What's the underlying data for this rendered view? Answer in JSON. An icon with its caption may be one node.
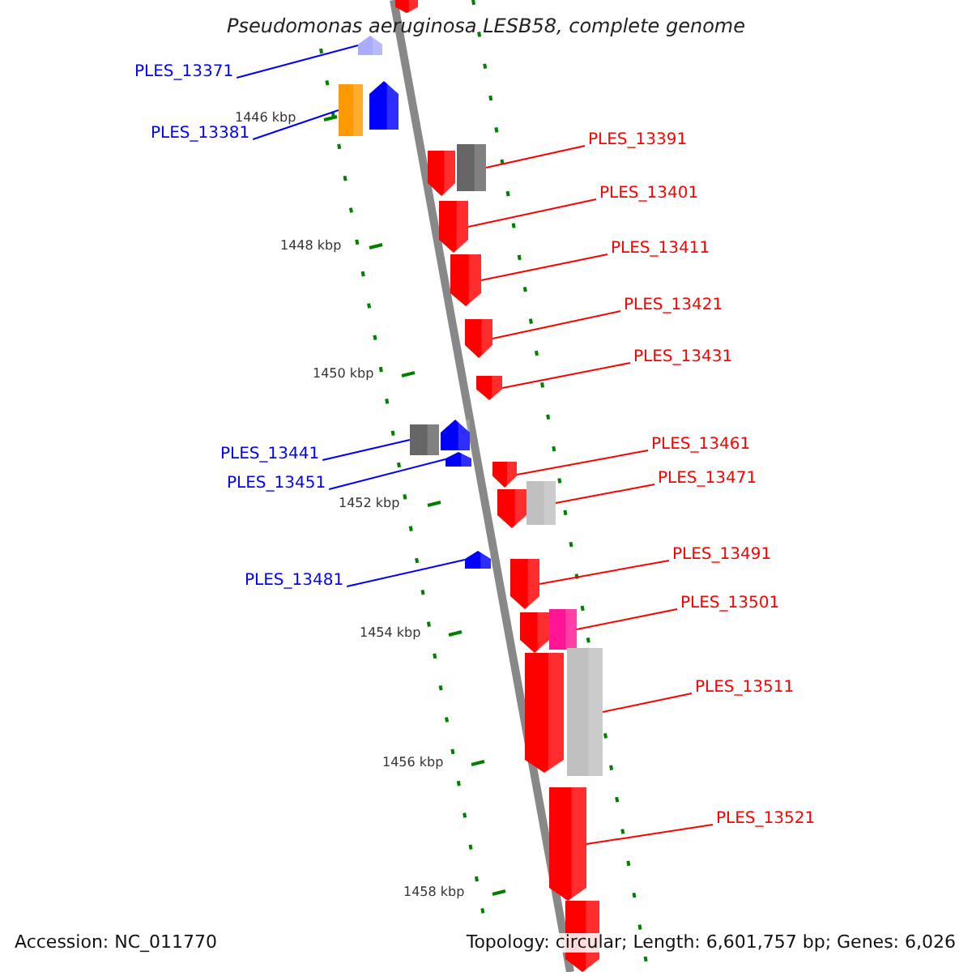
{
  "diagram": {
    "title": "Pseudomonas aeruginosa LESB58, complete genome",
    "nodes": [
      {
        "text": [],
        "shape": "arrow"
      },
      {
        "text": [],
        "shape": "arrow"
      },
      {
        "text": [],
        "shape": "box"
      },
      {
        "text": [],
        "shape": "arrow"
      },
      {
        "text": [],
        "shape": "arrow"
      },
      {
        "text": [],
        "shape": "box"
      },
      {
        "text": [],
        "shape": "arrow"
      },
      {
        "text": [],
        "shape": "arrow"
      },
      {
        "text": [],
        "shape": "arrow"
      },
      {
        "text": [],
        "shape": "arrow"
      },
      {
        "text": [],
        "shape": "box"
      },
      {
        "text": [],
        "shape": "arrow"
      },
      {
        "text": [],
        "shape": "arrow"
      },
      {
        "text": [],
        "shape": "arrow"
      },
      {
        "text": [],
        "shape": "arrow"
      },
      {
        "text": [],
        "shape": "box"
      },
      {
        "text": [],
        "shape": "arrow"
      },
      {
        "text": [],
        "shape": "arrow"
      },
      {
        "text": [],
        "shape": "arrow"
      },
      {
        "text": [],
        "shape": "box"
      },
      {
        "text": [],
        "shape": "arrow"
      },
      {
        "text": [],
        "shape": "box"
      },
      {
        "text": [],
        "shape": "arrow"
      },
      {
        "text": [],
        "shape": "arrow"
      },
      {
        "text": [
          "PLES_13371"
        ]
      },
      {
        "text": [
          "PLES_13381"
        ]
      },
      {
        "text": [
          "PLES_13391"
        ]
      },
      {
        "text": [
          "PLES_13401"
        ]
      },
      {
        "text": [
          "PLES_13411"
        ]
      },
      {
        "text": [
          "PLES_13421"
        ]
      },
      {
        "text": [
          "PLES_13431"
        ]
      },
      {
        "text": [
          "PLES_13441"
        ]
      },
      {
        "text": [
          "PLES_13451"
        ]
      },
      {
        "text": [
          "PLES_13461"
        ]
      },
      {
        "text": [
          "PLES_13471"
        ]
      },
      {
        "text": [
          "PLES_13481"
        ]
      },
      {
        "text": [
          "PLES_13491"
        ]
      },
      {
        "text": [
          "PLES_13501"
        ]
      },
      {
        "text": [
          "PLES_13511"
        ]
      },
      {
        "text": [
          "PLES_13521"
        ]
      }
    ],
    "edges": [
      {
        "from": 24,
        "to": 1,
        "arrow": "none",
        "color": "#0000ff"
      },
      {
        "from": 25,
        "to": 2,
        "arrow": "none",
        "color": "#0000ff"
      },
      {
        "from": 26,
        "to": 5,
        "arrow": "none"
      },
      {
        "from": 27,
        "to": 6,
        "arrow": "none"
      },
      {
        "from": 28,
        "to": 7,
        "arrow": "none"
      },
      {
        "from": 29,
        "to": 8,
        "arrow": "none"
      },
      {
        "from": 30,
        "to": 9,
        "arrow": "none"
      },
      {
        "from": 31,
        "to": 10,
        "arrow": "none",
        "color": "#0000ff"
      },
      {
        "from": 32,
        "to": 12,
        "arrow": "none",
        "color": "#0000ff"
      },
      {
        "from": 33,
        "to": 13,
        "arrow": "none"
      },
      {
        "from": 34,
        "to": 15,
        "arrow": "none"
      },
      {
        "from": 35,
        "to": 16,
        "arrow": "none",
        "color": "#0000ff"
      },
      {
        "from": 36,
        "to": 17,
        "arrow": "none"
      },
      {
        "from": 37,
        "to": 19,
        "arrow": "none"
      },
      {
        "from": 38,
        "to": 21,
        "arrow": "none"
      },
      {
        "from": 39,
        "to": 22,
        "arrow": "none"
      }
    ],
    "labels": [
      "1446 kbp",
      "1448 kbp",
      "1450 kbp",
      "1452 kbp",
      "1454 kbp",
      "1456 kbp",
      "1458 kbp",
      "Accession: NC_011770",
      "Topology: circular; Length: 6,601,757 bp; Genes: 6,026"
    ]
  }
}
